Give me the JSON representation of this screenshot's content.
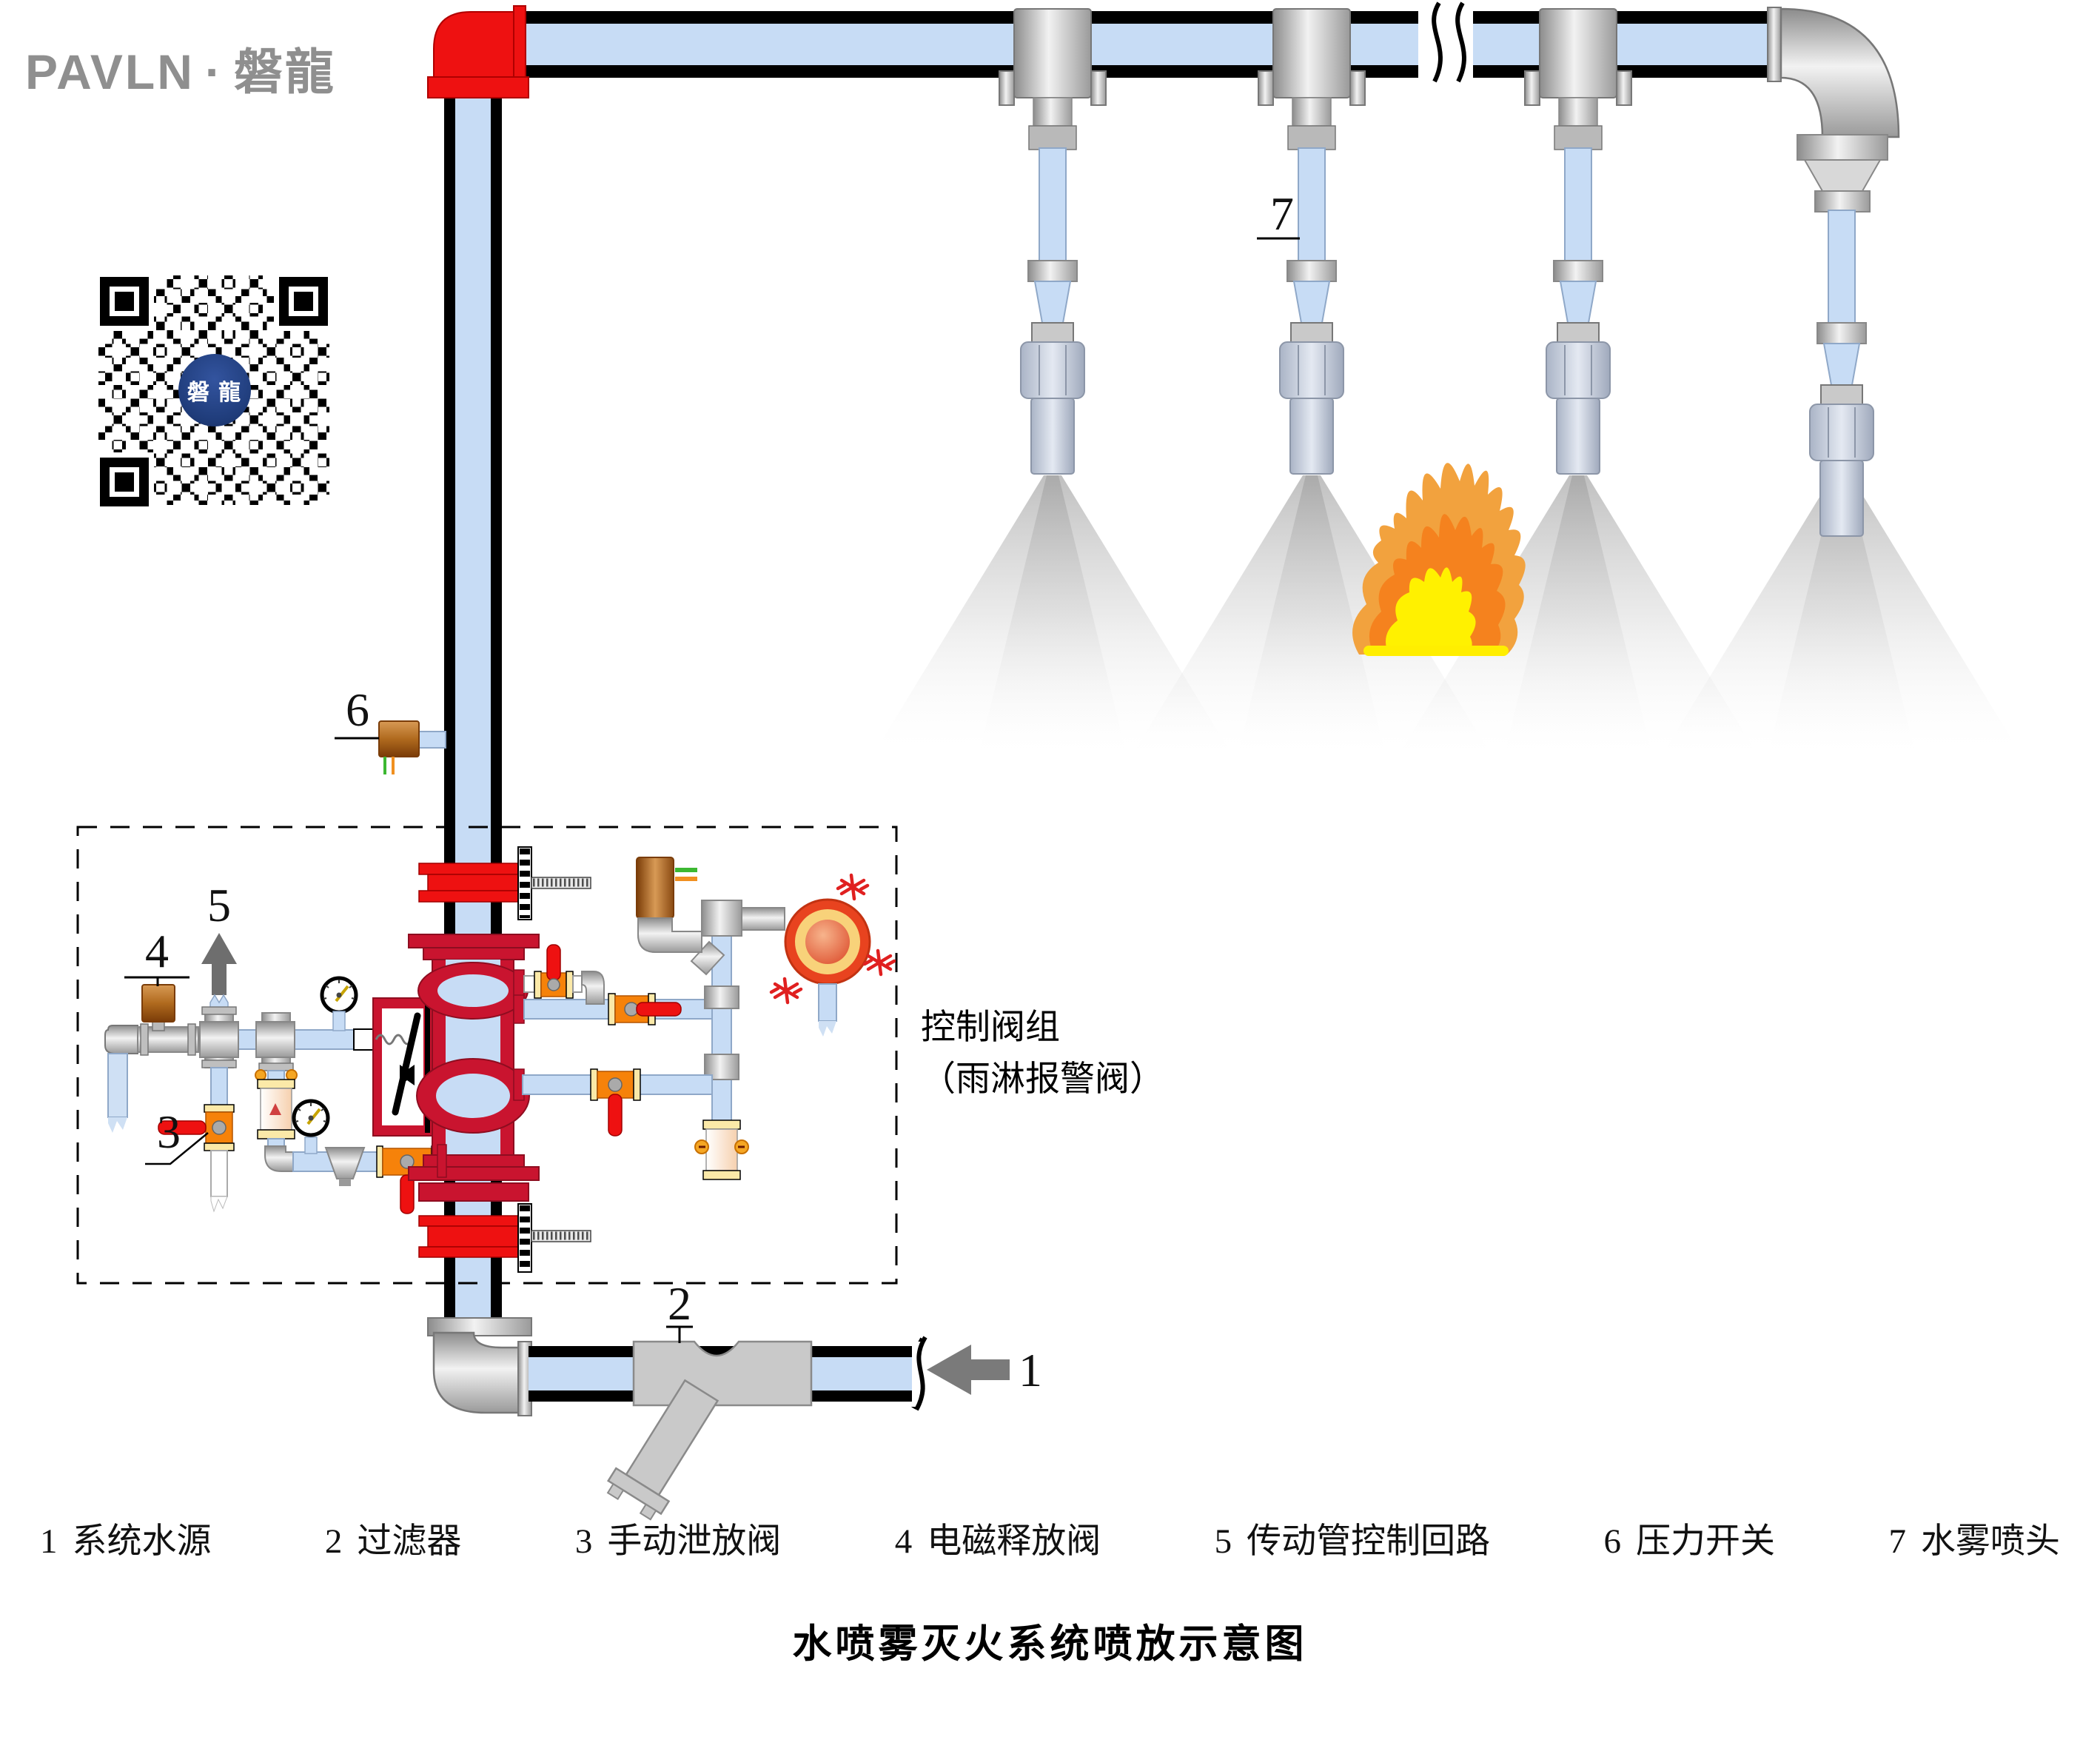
{
  "brand": {
    "latin": "PAVLN",
    "dot": "·",
    "cjk": "磐龍",
    "qr_center": "磐 龍"
  },
  "figure_labels": {
    "n1": "1",
    "n2": "2",
    "n3": "3",
    "n4": "4",
    "n5": "5",
    "n6": "6",
    "n7": "7"
  },
  "annotation": {
    "line1": "控制阀组",
    "line2": "（雨淋报警阀）"
  },
  "legend": {
    "items": [
      {
        "num": "1",
        "label": "系统水源"
      },
      {
        "num": "2",
        "label": "过滤器"
      },
      {
        "num": "3",
        "label": "手动泄放阀"
      },
      {
        "num": "4",
        "label": "电磁释放阀"
      },
      {
        "num": "5",
        "label": "传动管控制回路"
      },
      {
        "num": "6",
        "label": "压力开关"
      },
      {
        "num": "7",
        "label": "水雾喷头"
      }
    ]
  },
  "title": "水喷雾灭火系统喷放示意图",
  "colors": {
    "pipe_fill": "#C7DCF5",
    "pipe_border": "#000000",
    "valve_red": "#EE1111",
    "deluge_crimson": "#C9142F",
    "ball_valve_orange": "#F6820A",
    "solenoid_brown": "#B06A1E",
    "gong_red": "#E8431F",
    "flame_yellow": "#FFF100",
    "flame_orange": "#F68C1F",
    "arrow_gray": "#7A7A7A",
    "logo_gray": "#8F8F8F",
    "qr_badge_navy": "#1F3C7A"
  }
}
